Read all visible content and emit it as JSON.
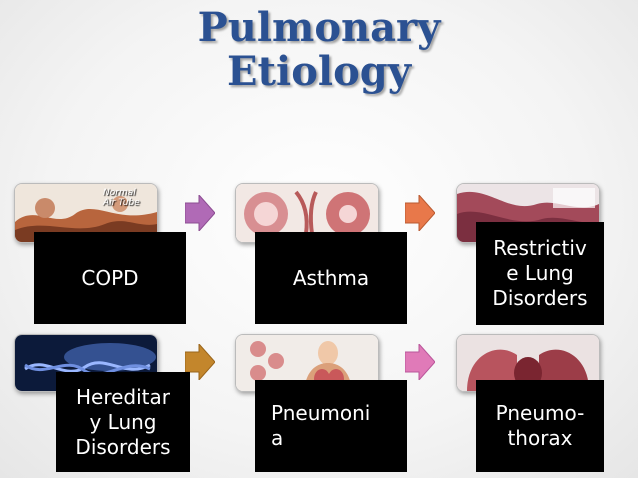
{
  "title": {
    "line1": "Pulmonary",
    "line2": "Etiology"
  },
  "thumbs": [
    {
      "overlay_text": "Normal\nAir Tube"
    },
    {
      "overlay_text": ""
    },
    {
      "overlay_text": ""
    },
    {
      "overlay_text": ""
    },
    {
      "overlay_text": ""
    },
    {
      "overlay_text": ""
    }
  ],
  "labels": {
    "copd": "COPD",
    "asthma": "Asthma",
    "restrictive": "Restrictiv\ne  Lung\nDisorders",
    "hereditary": "Hereditar\ny  Lung\nDisorders",
    "pneumonia": "Pneumoni\na",
    "pneumothorax": "Pneumo-\nthorax"
  },
  "arrow_colors": {
    "purple": "#b06ab6",
    "orange": "#e8784a",
    "brown": "#c3862c",
    "pink": "#e07ab8"
  }
}
